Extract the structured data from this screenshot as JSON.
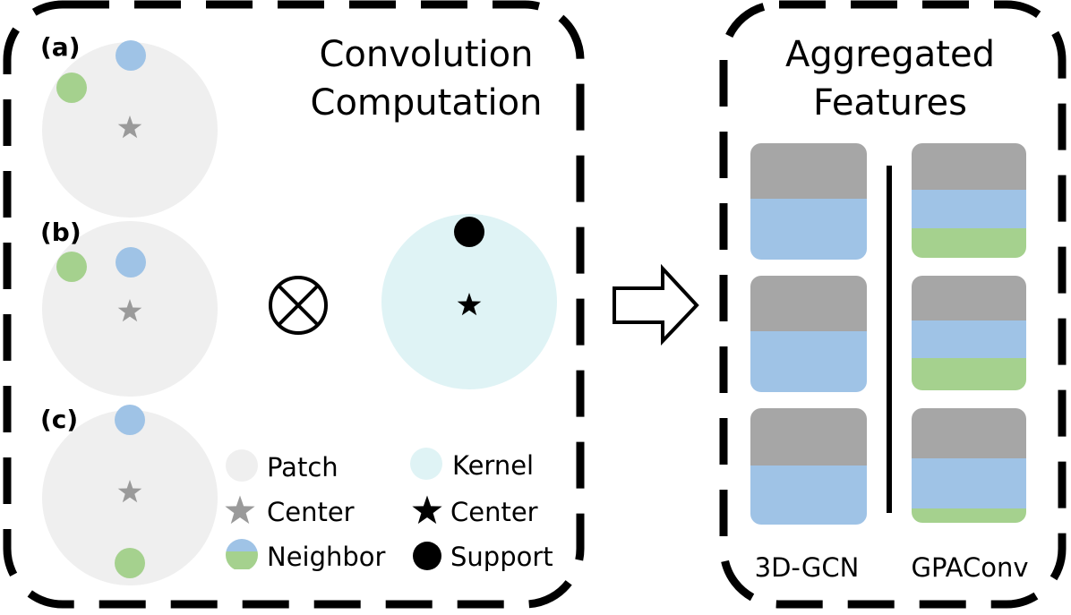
{
  "left_panel": {
    "title_line1": "Convolution",
    "title_line2": "Computation",
    "cases": [
      {
        "label": "(a)"
      },
      {
        "label": "(b)"
      },
      {
        "label": "(c)"
      }
    ],
    "operator_symbol": "⊗",
    "legend": {
      "patch": "Patch",
      "kernel": "Kernel",
      "center_gray": "Center",
      "center_black": "Center",
      "neighbor": "Neighbor",
      "support": "Support"
    }
  },
  "right_panel": {
    "title_line1": "Aggregated",
    "title_line2": "Features",
    "column_labels": [
      "3D-GCN",
      "GPAConv"
    ]
  },
  "colors": {
    "patch": "#efefef",
    "kernel": "#dff3f5",
    "center_gray": "#9a9a9a",
    "neighbor_blue": "#9fc3e6",
    "neighbor_green": "#a5d18e",
    "feature_gray": "#a6a6a6",
    "black": "#000000"
  }
}
